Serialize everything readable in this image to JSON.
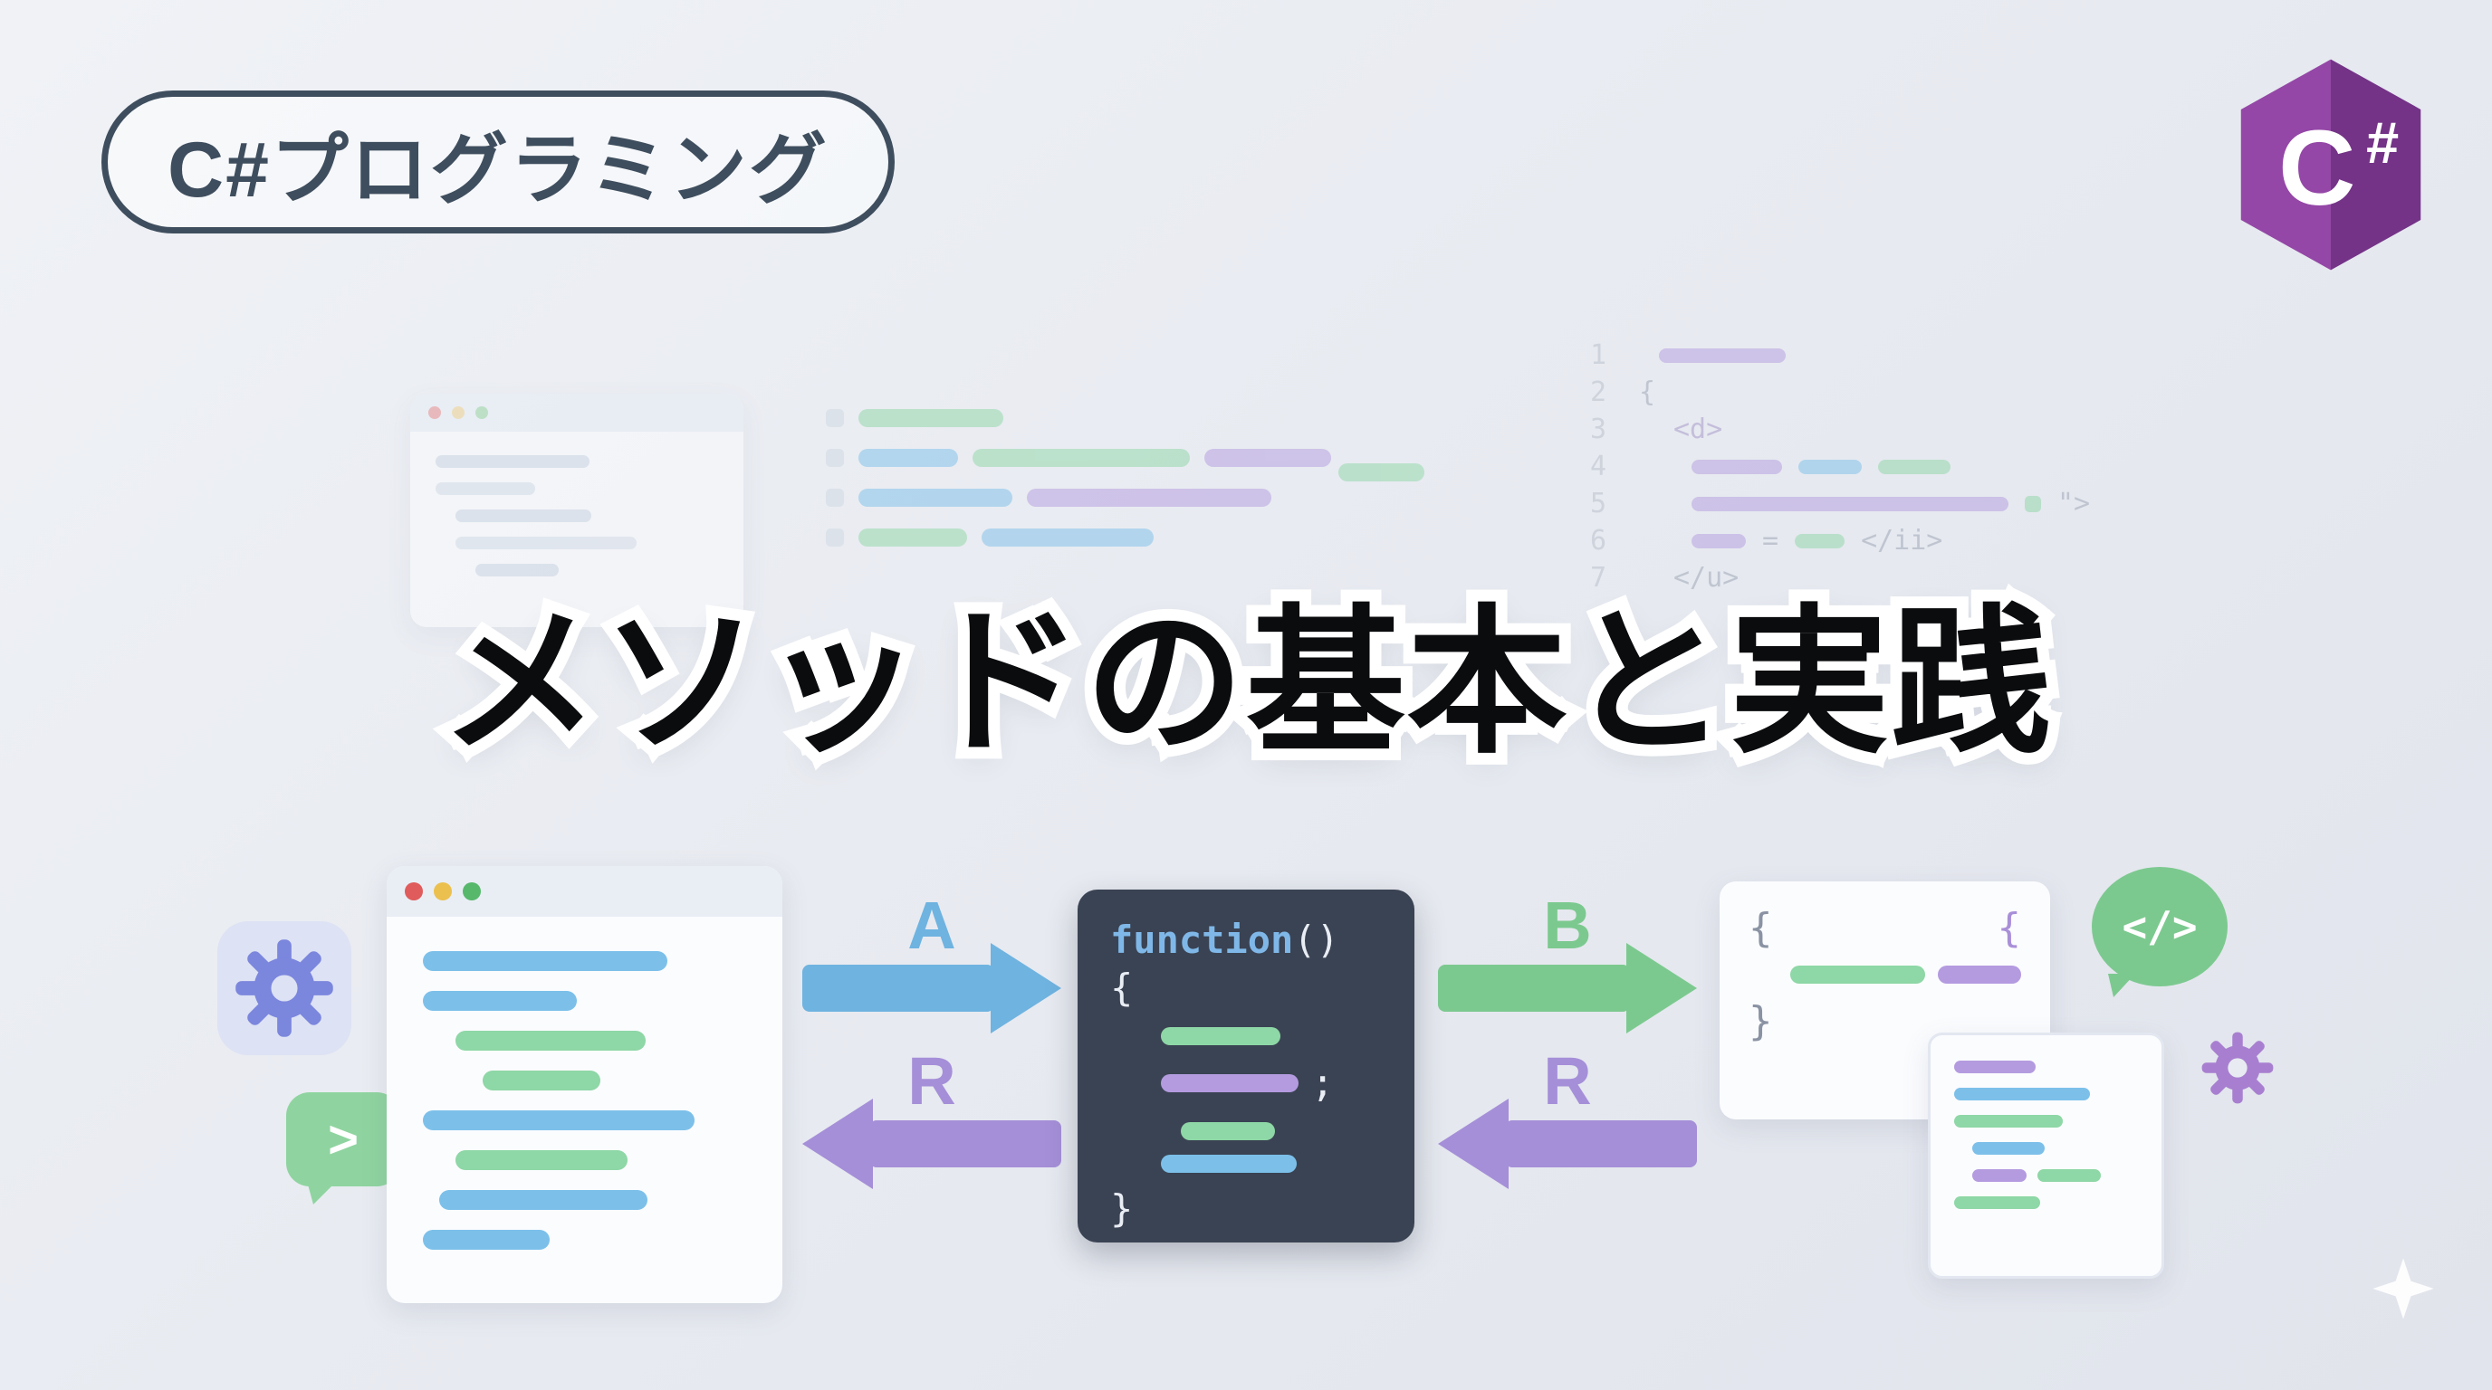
{
  "badge": {
    "label": "C#プログラミング"
  },
  "logo": {
    "letter": "C",
    "hash": "#"
  },
  "title": {
    "text": "メソッドの基本と実践"
  },
  "diagram": {
    "arrows": {
      "a": "A",
      "b": "B",
      "r1": "R",
      "r2": "R"
    },
    "function_block": {
      "keyword": "function",
      "parens": "()",
      "open_brace": "{",
      "semicolon": ";",
      "close_brace": "}"
    },
    "bubble_left_glyph": ">",
    "bubble_right_glyph": "</>",
    "right_window": {
      "open_brace": "{",
      "open_brace_accent": "{",
      "close_brace": "}"
    }
  },
  "background_code": {
    "line_numbers": [
      "1",
      "2",
      "3",
      "4",
      "5",
      "6",
      "7"
    ],
    "tokens": {
      "brace_open": "{",
      "d_tag": "<d>",
      "quote_close": "\">",
      "equals": "=",
      "ii_close": "</ii>",
      "u_close": "</u>"
    }
  },
  "colors": {
    "background": "#e8ebf1",
    "accent_blue": "#6fb3e0",
    "accent_green": "#7cc98f",
    "accent_purple": "#a58fd8",
    "logo_purple": "#8a3f9d",
    "dark_panel": "#3a4353",
    "badge_outline": "#3f4e5e"
  }
}
